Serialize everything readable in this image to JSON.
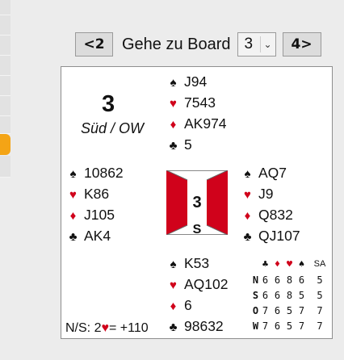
{
  "nav": {
    "prev_label": "<2",
    "goto_label": "Gehe zu Board",
    "selected_board": "3",
    "next_label": "4>"
  },
  "board": {
    "number": "3",
    "dealer_vul": "Süd / OW"
  },
  "suit_symbols": {
    "spades": "♠",
    "hearts": "♥",
    "diamonds": "♦",
    "clubs": "♣"
  },
  "colors": {
    "red_suit": "#d0021b",
    "black_suit": "#111111",
    "vul_red": "#d0021b",
    "active_tab": "#f4a415"
  },
  "hands": {
    "north": {
      "spades": "J94",
      "hearts": "7543",
      "diamonds": "AK974",
      "clubs": "5"
    },
    "west": {
      "spades": "10862",
      "hearts": "K86",
      "diamonds": "J105",
      "clubs": "AK4"
    },
    "east": {
      "spades": "AQ7",
      "hearts": "J9",
      "diamonds": "Q832",
      "clubs": "QJ107"
    },
    "south": {
      "spades": "K53",
      "hearts": "AQ102",
      "diamonds": "6",
      "clubs": "98632"
    }
  },
  "table": {
    "center_number": "3",
    "dealer_letter": "S"
  },
  "result": {
    "prefix": "N/S: 2",
    "suit": "♥",
    "suffix": "= +110"
  },
  "double_dummy": {
    "headers": [
      "♣",
      "♦",
      "♥",
      "♠",
      "SA"
    ],
    "rows": [
      {
        "dir": "N",
        "values": [
          "6",
          "6",
          "8",
          "6",
          "5"
        ]
      },
      {
        "dir": "S",
        "values": [
          "6",
          "6",
          "8",
          "5",
          "5"
        ]
      },
      {
        "dir": "O",
        "values": [
          "7",
          "6",
          "5",
          "7",
          "7"
        ]
      },
      {
        "dir": "W",
        "values": [
          "7",
          "6",
          "5",
          "7",
          "7"
        ]
      }
    ]
  }
}
